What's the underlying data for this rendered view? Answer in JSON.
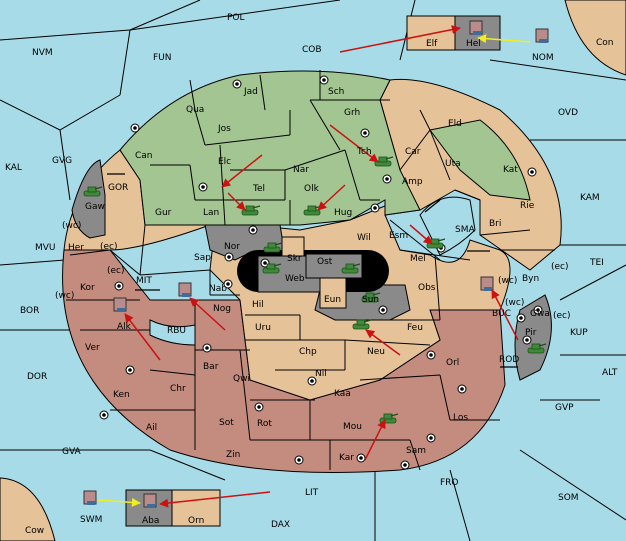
{
  "map": {
    "colors": {
      "sea": "#a8dbe8",
      "green": "#a3c592",
      "tan": "#e5c297",
      "red": "#c38c7f",
      "gray": "#8a8a8a",
      "dark": "#555555",
      "unit": "#3f8a3a",
      "arrow_red": "#cc1111",
      "arrow_yellow": "#eeee22"
    },
    "labels": {
      "POL": "POL",
      "NVM": "NVM",
      "FUN": "FUN",
      "COB": "COB",
      "NOM": "NOM",
      "Con": "Con",
      "OVD": "OVD",
      "KAL": "KAL",
      "GVG": "GVG",
      "KAM": "KAM",
      "TEI": "TEI",
      "MVU": "MVU",
      "BOR": "BOR",
      "KUP": "KUP",
      "DOR": "DOR",
      "ALT": "ALT",
      "GVP": "GVP",
      "GVA": "GVA",
      "FRO": "FRO",
      "SOM": "SOM",
      "LIT": "LIT",
      "DAX": "DAX",
      "Cow": "Cow",
      "SWM": "SWM",
      "Aba": "Aba",
      "Orn": "Orn",
      "Elf": "Elf",
      "Hel": "Hel",
      "Jad": "Jad",
      "Sch": "Sch",
      "Qua": "Qua",
      "Jos": "Jos",
      "Grh": "Grh",
      "Can": "Can",
      "Elc": "Elc",
      "Nar": "Nar",
      "Tch": "Tch",
      "Car": "Car",
      "Eld": "Eld",
      "Uta": "Uta",
      "Kat": "Kat",
      "Tel": "Tel",
      "Olk": "Olk",
      "Amp": "Amp",
      "Gur": "Gur",
      "Lan": "Lan",
      "Hug": "Hug",
      "Rie": "Rie",
      "Bri": "Bri",
      "Gaw": "Gaw",
      "GOR": "GOR",
      "Esm": "Esm",
      "SMA": "SMA",
      "Wil": "Wil",
      "Nor": "Nor",
      "Her": "Her",
      "wc1": "(wc)",
      "ec1": "(ec)",
      "Skr": "Skr",
      "Ost": "Ost",
      "Mel": "Mel",
      "Sap": "Sap",
      "Web": "Web",
      "Byn": "Byn",
      "ec2": "(ec)",
      "wc2": "(wc)",
      "Kor": "Kor",
      "ec3": "(ec)",
      "MIT": "MIT",
      "Nab": "Nab",
      "Obs": "Obs",
      "wc3": "(wc)",
      "wc4": "(wc)",
      "Eun": "Eun",
      "Sun": "Sun",
      "Gwa": "Gwa",
      "ec4": "(ec)",
      "Alk": "Alk",
      "Nog": "Nog",
      "Hil": "Hil",
      "BUC": "BUC",
      "RBU": "RBU",
      "Uru": "Uru",
      "Feu": "Feu",
      "Pir": "Pir",
      "Ver": "Ver",
      "Chp": "Chp",
      "Neu": "Neu",
      "Bar": "Bar",
      "Qwi": "Qwi",
      "Orl": "Orl",
      "ROD": "ROD",
      "Nil": "Nil",
      "Ken": "Ken",
      "Chr": "Chr",
      "Kaa": "Kaa",
      "Ail": "Ail",
      "Sot": "Sot",
      "Rot": "Rot",
      "Mou": "Mou",
      "Los": "Los",
      "Zin": "Zin",
      "Kar": "Kar",
      "Sam": "Sam"
    }
  }
}
